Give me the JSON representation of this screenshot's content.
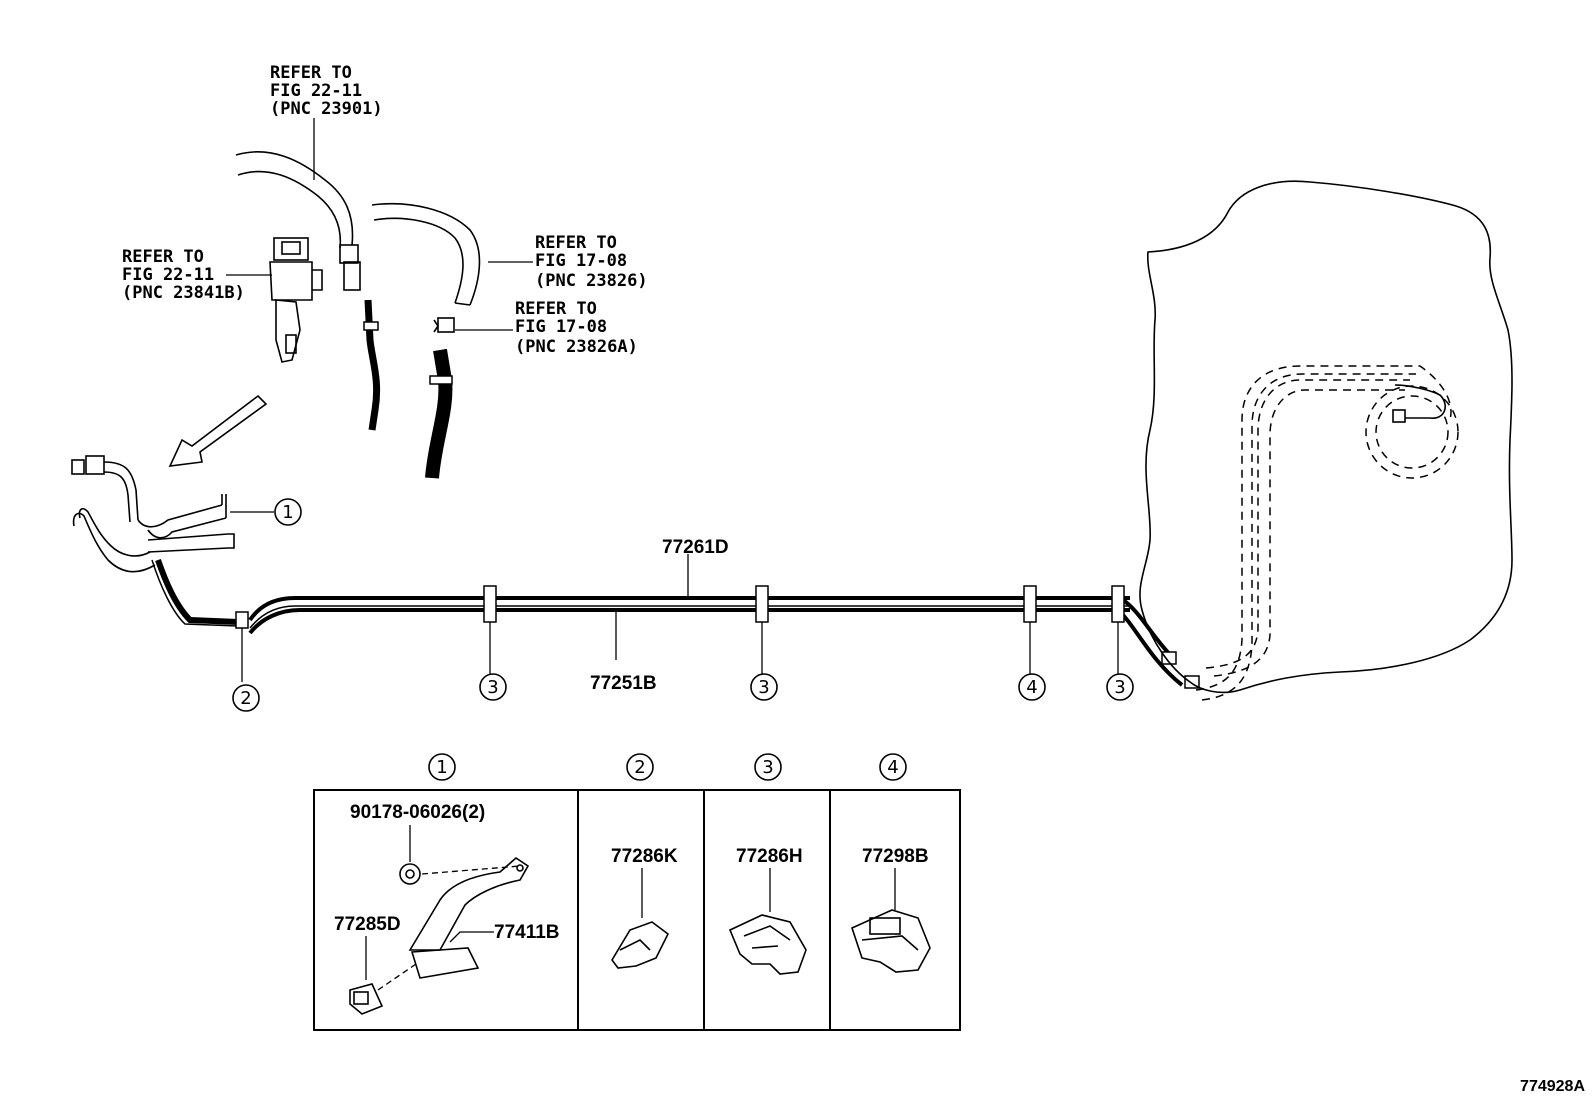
{
  "callouts": {
    "ref_23901": [
      "REFER TO",
      "FIG 22-11",
      "(PNC 23901)"
    ],
    "ref_23841b": [
      "REFER TO",
      "FIG 22-11",
      "(PNC 23841B)"
    ],
    "ref_23826": [
      "REFER TO",
      "FIG 17-08",
      "(PNC 23826)"
    ],
    "ref_23826a": [
      "REFER TO",
      "FIG 17-08",
      "(PNC 23826A)"
    ]
  },
  "parts": {
    "upper_tube": "77261D",
    "lower_tube": "77251B",
    "bolt": "90178-06026(2)",
    "clamp_1": "77285D",
    "bracket": "77411B",
    "clamp_2": "77286K",
    "clamp_3": "77286H",
    "clamp_4": "77298B"
  },
  "markers": {
    "m1": "①",
    "m2": "②",
    "m3": "③",
    "m4": "④"
  },
  "figure_id": "774928A"
}
